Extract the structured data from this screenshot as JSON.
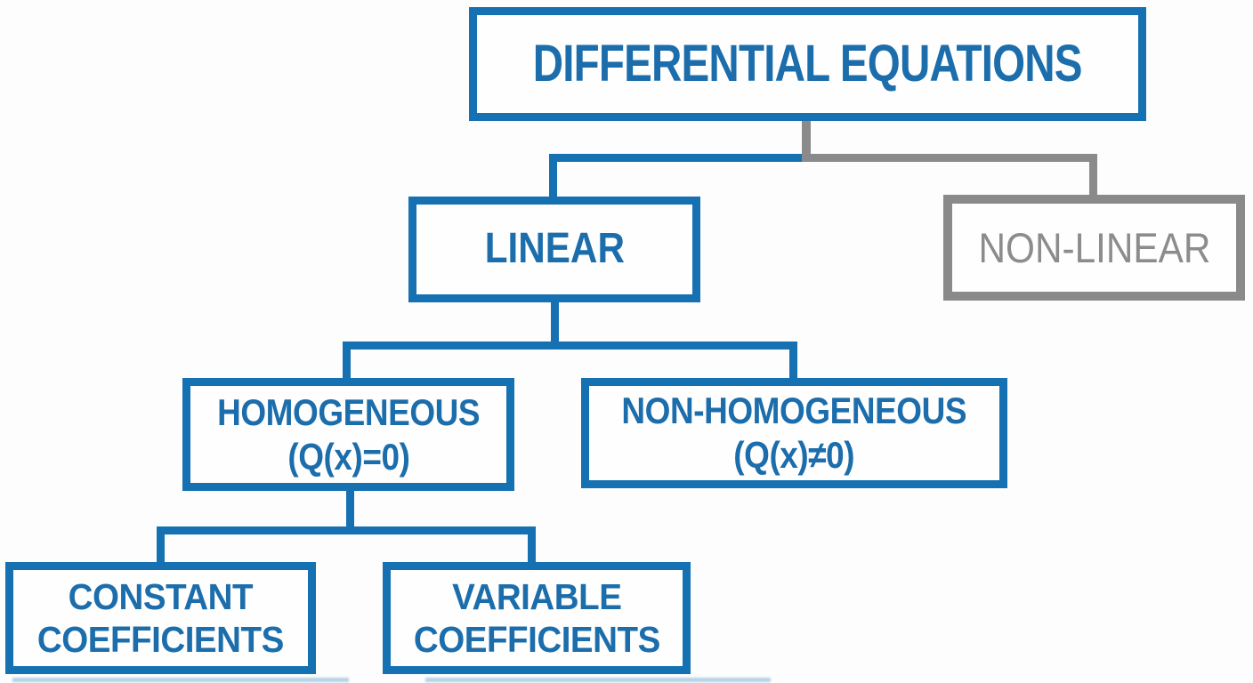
{
  "diagram": {
    "nodes": {
      "root": {
        "label": "DIFFERENTIAL EQUATIONS"
      },
      "linear": {
        "label": "LINEAR"
      },
      "nonlinear": {
        "label": "NON-LINEAR"
      },
      "homogeneous": {
        "lines": [
          "HOMOGENEOUS",
          "(Q(x)=0)"
        ]
      },
      "nonhomogeneous": {
        "lines": [
          "NON-HOMOGENEOUS",
          "(Q(x)≠0)"
        ]
      },
      "constant": {
        "lines": [
          "CONSTANT",
          "COEFFICIENTS"
        ]
      },
      "variable": {
        "lines": [
          "VARIABLE",
          "COEFFICIENTS"
        ]
      }
    },
    "tree": {
      "label": "DIFFERENTIAL EQUATIONS",
      "children": [
        {
          "label": "LINEAR",
          "children": [
            {
              "label": "HOMOGENEOUS (Q(x)=0)",
              "children": [
                {
                  "label": "CONSTANT COEFFICIENTS"
                },
                {
                  "label": "VARIABLE COEFFICIENTS"
                }
              ]
            },
            {
              "label": "NON-HOMOGENEOUS (Q(x)≠0)"
            }
          ]
        },
        {
          "label": "NON-LINEAR"
        }
      ]
    },
    "colors": {
      "blue": "#1571b2",
      "blue-text": "#1b6dab",
      "gray": "#8a8a8a",
      "gray-text": "#8c8c8c",
      "background": "#fdfdfd"
    }
  }
}
